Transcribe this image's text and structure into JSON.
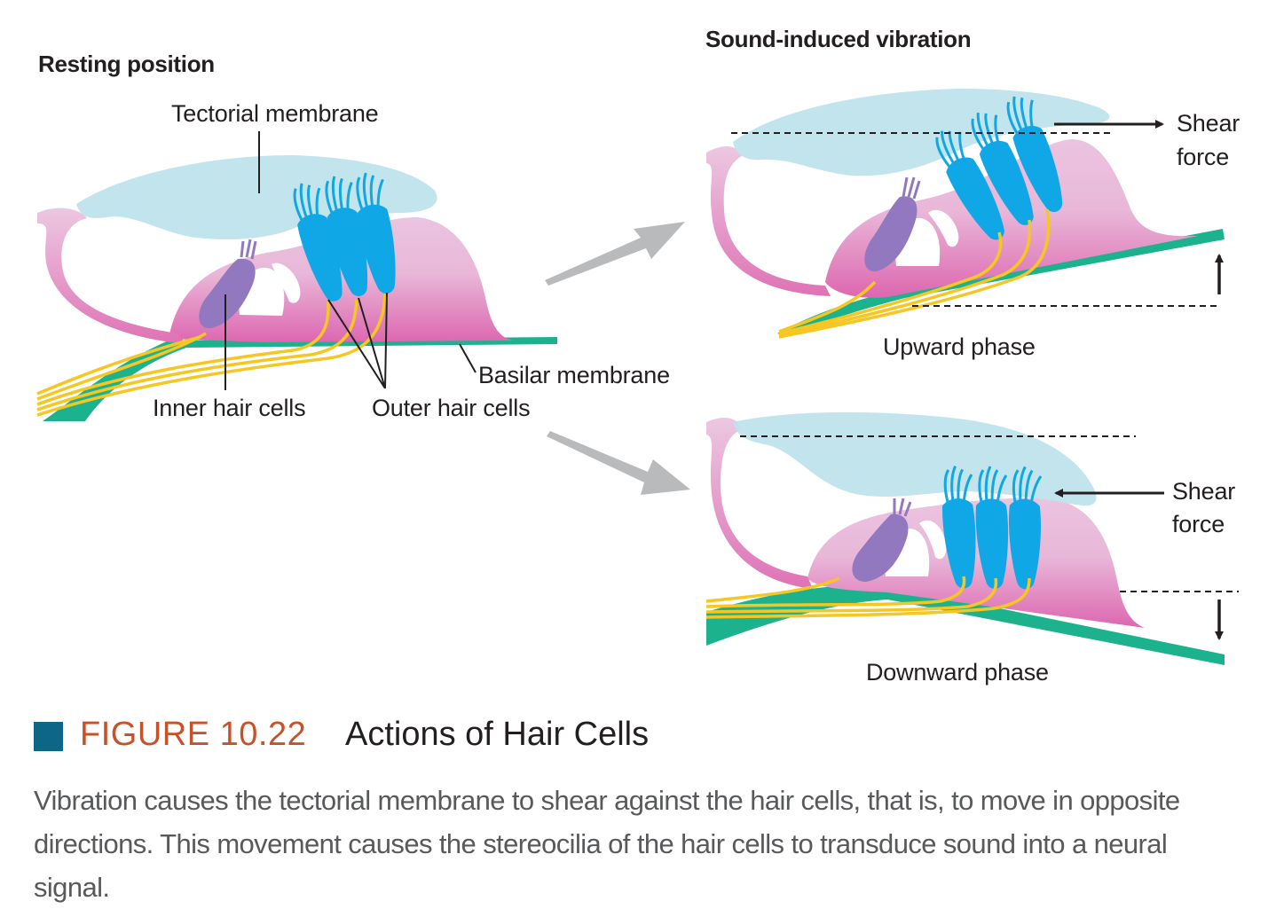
{
  "panels": {
    "resting_title": "Resting position",
    "vibration_title": "Sound-induced vibration",
    "upward_label": "Upward phase",
    "downward_label": "Downward phase"
  },
  "labels": {
    "tectorial_membrane": "Tectorial membrane",
    "basilar_membrane": "Basilar membrane",
    "inner_hair_cells": "Inner hair cells",
    "outer_hair_cells": "Outer hair cells",
    "shear_upper_line1": "Shear",
    "shear_upper_line2": "force",
    "shear_lower_line1": "Shear",
    "shear_lower_line2": "force"
  },
  "figure": {
    "number": "FIGURE 10.22",
    "title": "Actions of Hair Cells",
    "caption": "Vibration causes the tectorial membrane to shear against the hair cells, that is, to move in opposite directions. This movement causes the stereocilia of the hair cells to transduce sound into a neural signal."
  },
  "colors": {
    "tectorial": "#bfe3ec",
    "organ_pink": "#e07ab8",
    "organ_light": "#eac4e0",
    "basilar_green": "#1db28e",
    "inner_hair_cell": "#9178bf",
    "outer_hair_cell": "#10a7e6",
    "nerve_yellow": "#f6c623",
    "arrow_gray": "#b9babc",
    "figure_accent": "#c7522a",
    "figure_square": "#0e6687"
  },
  "icons": {
    "big_arrow_up": "gray-arrow-up-right-icon",
    "big_arrow_down": "gray-arrow-down-right-icon",
    "shear_right": "arrow-right-icon",
    "shear_left": "arrow-left-icon",
    "move_up": "arrow-up-icon",
    "move_down": "arrow-down-icon"
  }
}
